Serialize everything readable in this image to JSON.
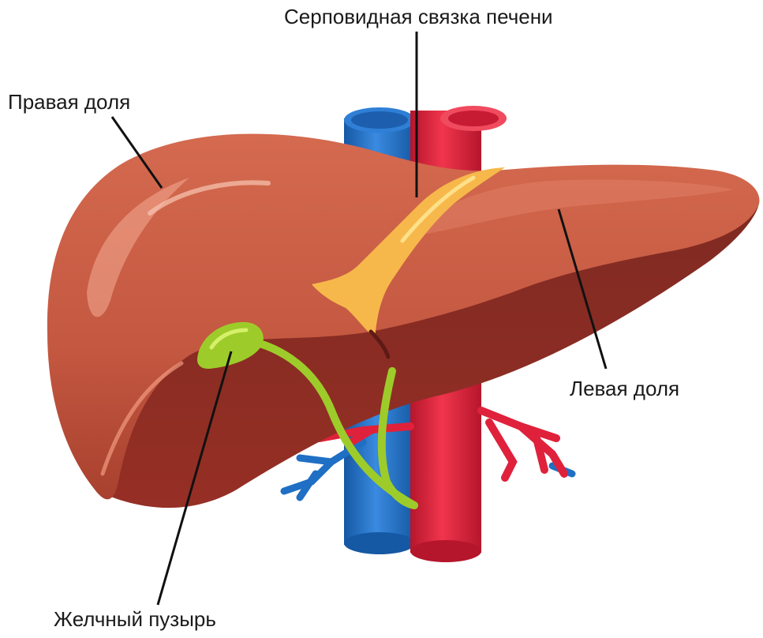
{
  "labels": {
    "falciform": "Серповидная связка печени",
    "right_lobe": "Правая доля",
    "left_lobe": "Левая доля",
    "gallbladder": "Желчный пузырь"
  },
  "colors": {
    "liver": "#c75a43",
    "liver_dark": "#8a2e24",
    "ligament": "#f7b84b",
    "gallbladder": "#9dcc2a",
    "artery": "#e0213b",
    "vein": "#1f6fc4"
  }
}
